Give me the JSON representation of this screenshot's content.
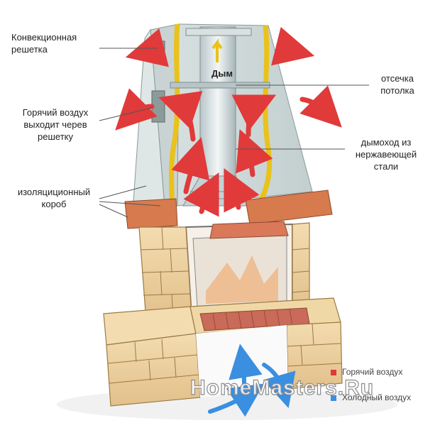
{
  "labels": {
    "convection_grille": "Конвекционная\nрешетка",
    "hot_air_exit": "Горячий воздух\nвыходит черев\nрешетку",
    "insulation_box": "изоляциционный\nкороб",
    "ceiling_cut": "отсечка\nпотолка",
    "chimney": "дымоход из\nнержавеющей\nстали",
    "smoke": "Дым"
  },
  "legend": {
    "hot": {
      "label": "Горячий воздух",
      "color": "#e03a3a"
    },
    "cold": {
      "label": "Холодный воздух",
      "color": "#3a8fe0"
    }
  },
  "watermark": "HomeMasters.Ru"
}
